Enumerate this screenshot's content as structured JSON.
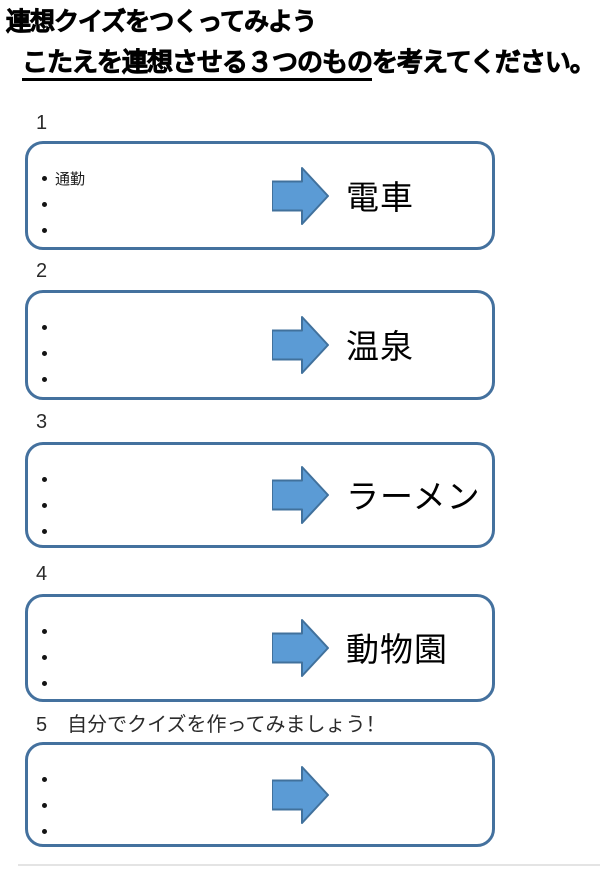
{
  "title": {
    "line1": "連想クイズをつくってみよう",
    "line2_underlined": "こたえを連想させる３つのもの",
    "line2_rest": "を考えてください。"
  },
  "colors": {
    "arrow_fill": "#5B9BD5",
    "arrow_stroke": "#41719C",
    "box_border": "#44719E"
  },
  "sections": [
    {
      "number": "1",
      "note": "",
      "bullets": [
        "通勤",
        "",
        ""
      ],
      "answer": "電車"
    },
    {
      "number": "2",
      "note": "",
      "bullets": [
        "",
        "",
        ""
      ],
      "answer": "温泉"
    },
    {
      "number": "3",
      "note": "",
      "bullets": [
        "",
        "",
        ""
      ],
      "answer": "ラーメン"
    },
    {
      "number": "4",
      "note": "",
      "bullets": [
        "",
        "",
        ""
      ],
      "answer": "動物園"
    },
    {
      "number": "5",
      "note": "自分でクイズを作ってみましょう！",
      "bullets": [
        "",
        "",
        ""
      ],
      "answer": ""
    }
  ]
}
